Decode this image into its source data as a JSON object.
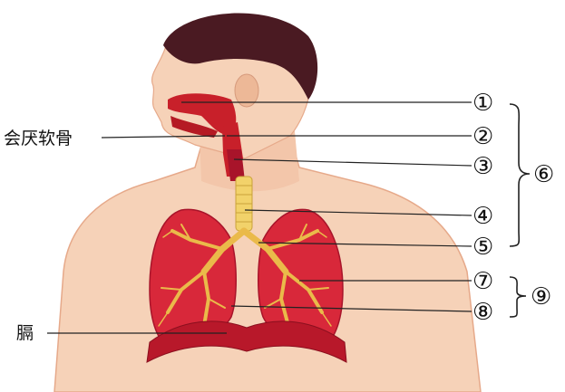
{
  "labels": {
    "n1": "①",
    "n2": "②",
    "n3": "③",
    "n4": "④",
    "n5": "⑤",
    "n6": "⑥",
    "n7": "⑦",
    "n8": "⑧",
    "n9": "⑨",
    "epiglottis": "会厌软骨",
    "diaphragm": "膈"
  },
  "colors": {
    "skin": "#f6d2b8",
    "skin_edge": "#e6a98a",
    "hair": "#4a1a22",
    "airway": "#c8202a",
    "trachea": "#f2d26a",
    "bronchi": "#eaba4a",
    "lung": "#d8283a",
    "lung_dark": "#a8142a",
    "diaphragm": "#b8182a"
  }
}
